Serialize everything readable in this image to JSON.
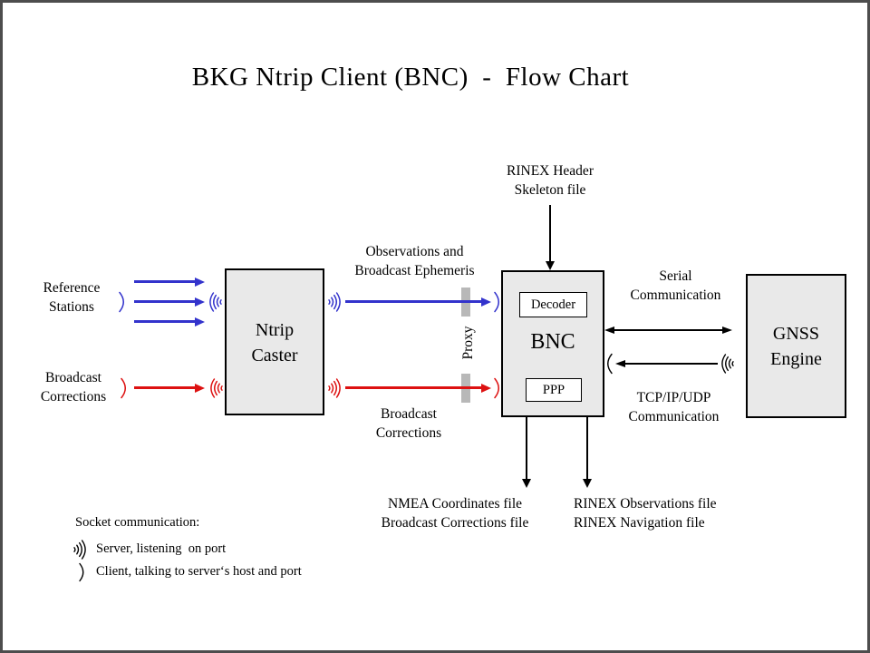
{
  "title": "BKG Ntrip Client (BNC)  -  Flow Chart",
  "colors": {
    "blue": "#3333cc",
    "red": "#dd1111",
    "boxfill": "#e9e9e9",
    "proxybar": "#b8b8b8",
    "frame": "#4d4d4d"
  },
  "nodes": {
    "ntrip_caster": {
      "line1": "Ntrip",
      "line2": "Caster"
    },
    "bnc": {
      "label": "BNC",
      "decoder_label": "Decoder",
      "ppp_label": "PPP"
    },
    "gnss_engine": {
      "line1": "GNSS",
      "line2": "Engine"
    }
  },
  "labels": {
    "reference_stations": {
      "line1": "Reference",
      "line2": "Stations"
    },
    "broadcast_corrections_input": {
      "line1": "Broadcast",
      "line2": "Corrections"
    },
    "observations_ephemeris": {
      "line1": "Observations and",
      "line2": "Broadcast Ephemeris"
    },
    "broadcast_corrections_stream": {
      "line1": "Broadcast",
      "line2": "Corrections"
    },
    "proxy": "Proxy",
    "rinex_header": {
      "line1": "RINEX Header",
      "line2": "Skeleton file"
    },
    "serial_comm": {
      "line1": "Serial",
      "line2": "Communication"
    },
    "tcp_comm": {
      "line1": "TCP/IP/UDP",
      "line2": "Communication"
    },
    "nmea_output": {
      "line1": "NMEA Coordinates file",
      "line2": "Broadcast Corrections file"
    },
    "rinex_output": {
      "line1": "RINEX Observations file",
      "line2": "RINEX Navigation file"
    }
  },
  "legend": {
    "heading": "Socket communication:",
    "server": "Server, listening  on port",
    "client": "Client, talking to server‘s host and port"
  },
  "icons": {
    "server_waves_glyph": ")))",
    "client_arc_glyph": ")"
  }
}
